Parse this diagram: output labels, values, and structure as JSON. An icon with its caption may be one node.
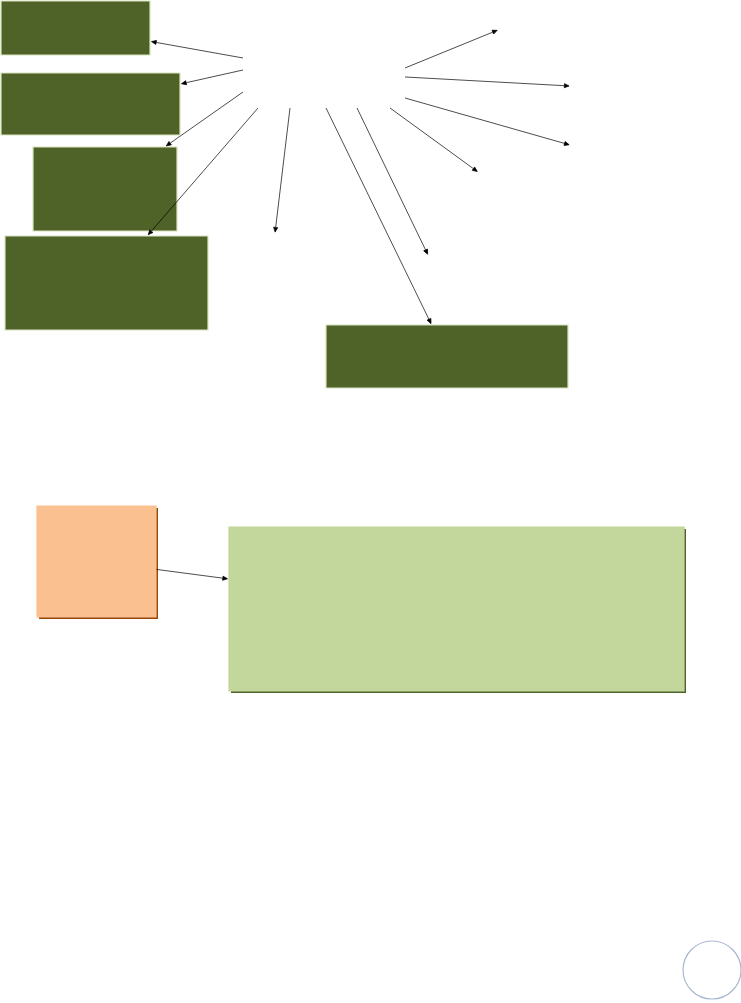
{
  "diagram": {
    "nodes": [
      {
        "text": [],
        "shape": "box"
      },
      {
        "text": [],
        "shape": "box"
      },
      {
        "text": [],
        "shape": "box"
      },
      {
        "text": [],
        "shape": "box"
      },
      {
        "text": [],
        "shape": "box"
      },
      {
        "text": [],
        "shape": "box"
      },
      {
        "text": [],
        "shape": "box"
      },
      {
        "text": [],
        "shape": "circle"
      }
    ],
    "edges": [
      {
        "from": null,
        "to": 0,
        "arrow": "to"
      },
      {
        "from": null,
        "to": 1,
        "arrow": "to"
      },
      {
        "from": null,
        "to": 2,
        "arrow": "to"
      },
      {
        "from": null,
        "to": 3,
        "arrow": "to"
      },
      {
        "from": null,
        "to": 4,
        "arrow": "to"
      },
      {
        "from": 5,
        "to": 6,
        "arrow": "to"
      }
    ]
  }
}
